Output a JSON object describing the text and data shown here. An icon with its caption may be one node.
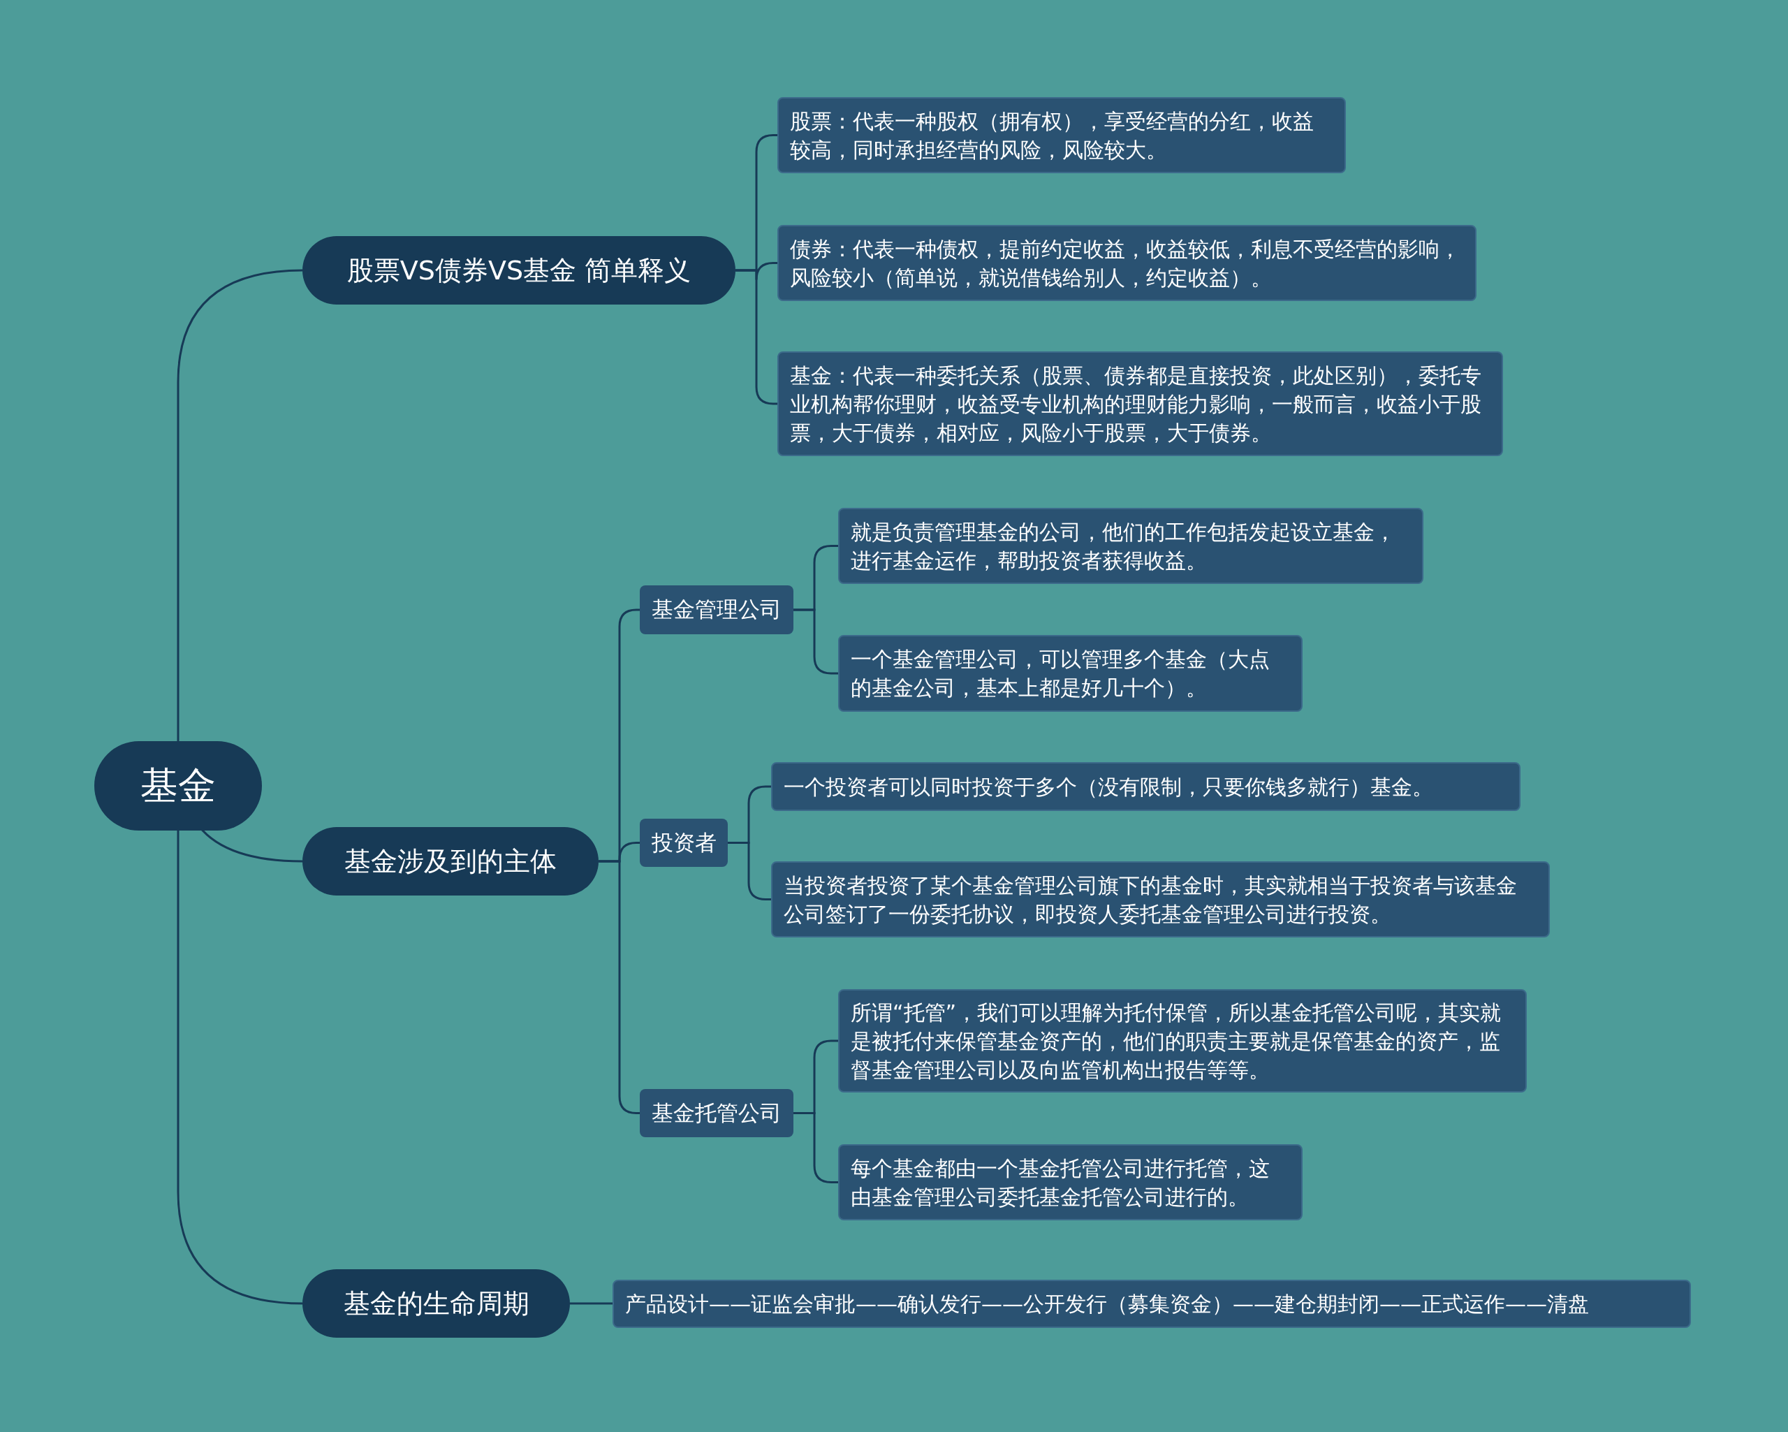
{
  "diagram": {
    "nodes": [
      {
        "text": [
          "基金"
        ]
      },
      {
        "text": [
          "股票VS债券VS基金 简单释义"
        ]
      },
      {
        "text": [
          "股票：代表一种股权（拥有权），享受经营的分红，收益较高，同时承担经营的风险，风险较大。"
        ]
      },
      {
        "text": [
          "债券：代表一种债权，提前约定收益，收益较低，利息不受经营的影响，风险较小（简单说，就说借钱给别人，约定收益）。"
        ]
      },
      {
        "text": [
          "基金：代表一种委托关系（股票、债券都是直接投资，此处区别），委托专业机构帮你理财，收益受专业机构的理财能力影响，一般而言，收益小于股票，大于债券，相对应，风险小于股票，大于债券。"
        ]
      },
      {
        "text": [
          "基金涉及到的主体"
        ]
      },
      {
        "text": [
          "基金管理公司"
        ]
      },
      {
        "text": [
          "就是负责管理基金的公司，他们的工作包括发起设立基金，进行基金运作，帮助投资者获得收益。"
        ]
      },
      {
        "text": [
          "一个基金管理公司，可以管理多个基金（大点的基金公司，基本上都是好几十个）。"
        ]
      },
      {
        "text": [
          "投资者"
        ]
      },
      {
        "text": [
          "一个投资者可以同时投资于多个（没有限制，只要你钱多就行）基金。"
        ]
      },
      {
        "text": [
          "当投资者投资了某个基金管理公司旗下的基金时，其实就相当于投资者与该基金公司签订了一份委托协议，即投资人委托基金管理公司进行投资。"
        ]
      },
      {
        "text": [
          "基金托管公司"
        ]
      },
      {
        "text": [
          "所谓“托管”，我们可以理解为托付保管，所以基金托管公司呢，其实就是被托付来保管基金资产的，他们的职责主要就是保管基金的资产，监督基金管理公司以及向监管机构出报告等等。"
        ]
      },
      {
        "text": [
          "每个基金都由一个基金托管公司进行托管，这由基金管理公司委托基金托管公司进行的。"
        ]
      },
      {
        "text": [
          "基金的生命周期"
        ]
      },
      {
        "text": [
          "产品设计——证监会审批——确认发行——公开发行（募集资金）——建仓期封闭——正式运作——清盘"
        ]
      }
    ],
    "edges": [
      {
        "from": 0,
        "to": 1,
        "arrow": "none"
      },
      {
        "from": 1,
        "to": 2,
        "arrow": "none"
      },
      {
        "from": 1,
        "to": 3,
        "arrow": "none"
      },
      {
        "from": 1,
        "to": 4,
        "arrow": "none"
      },
      {
        "from": 0,
        "to": 5,
        "arrow": "none"
      },
      {
        "from": 5,
        "to": 6,
        "arrow": "none"
      },
      {
        "from": 6,
        "to": 7,
        "arrow": "none"
      },
      {
        "from": 6,
        "to": 8,
        "arrow": "none"
      },
      {
        "from": 5,
        "to": 9,
        "arrow": "none"
      },
      {
        "from": 9,
        "to": 10,
        "arrow": "none"
      },
      {
        "from": 9,
        "to": 11,
        "arrow": "none"
      },
      {
        "from": 5,
        "to": 12,
        "arrow": "none"
      },
      {
        "from": 12,
        "to": 13,
        "arrow": "none"
      },
      {
        "from": 12,
        "to": 14,
        "arrow": "none"
      },
      {
        "from": 0,
        "to": 15,
        "arrow": "none"
      },
      {
        "from": 15,
        "to": 16,
        "arrow": "none"
      }
    ]
  }
}
